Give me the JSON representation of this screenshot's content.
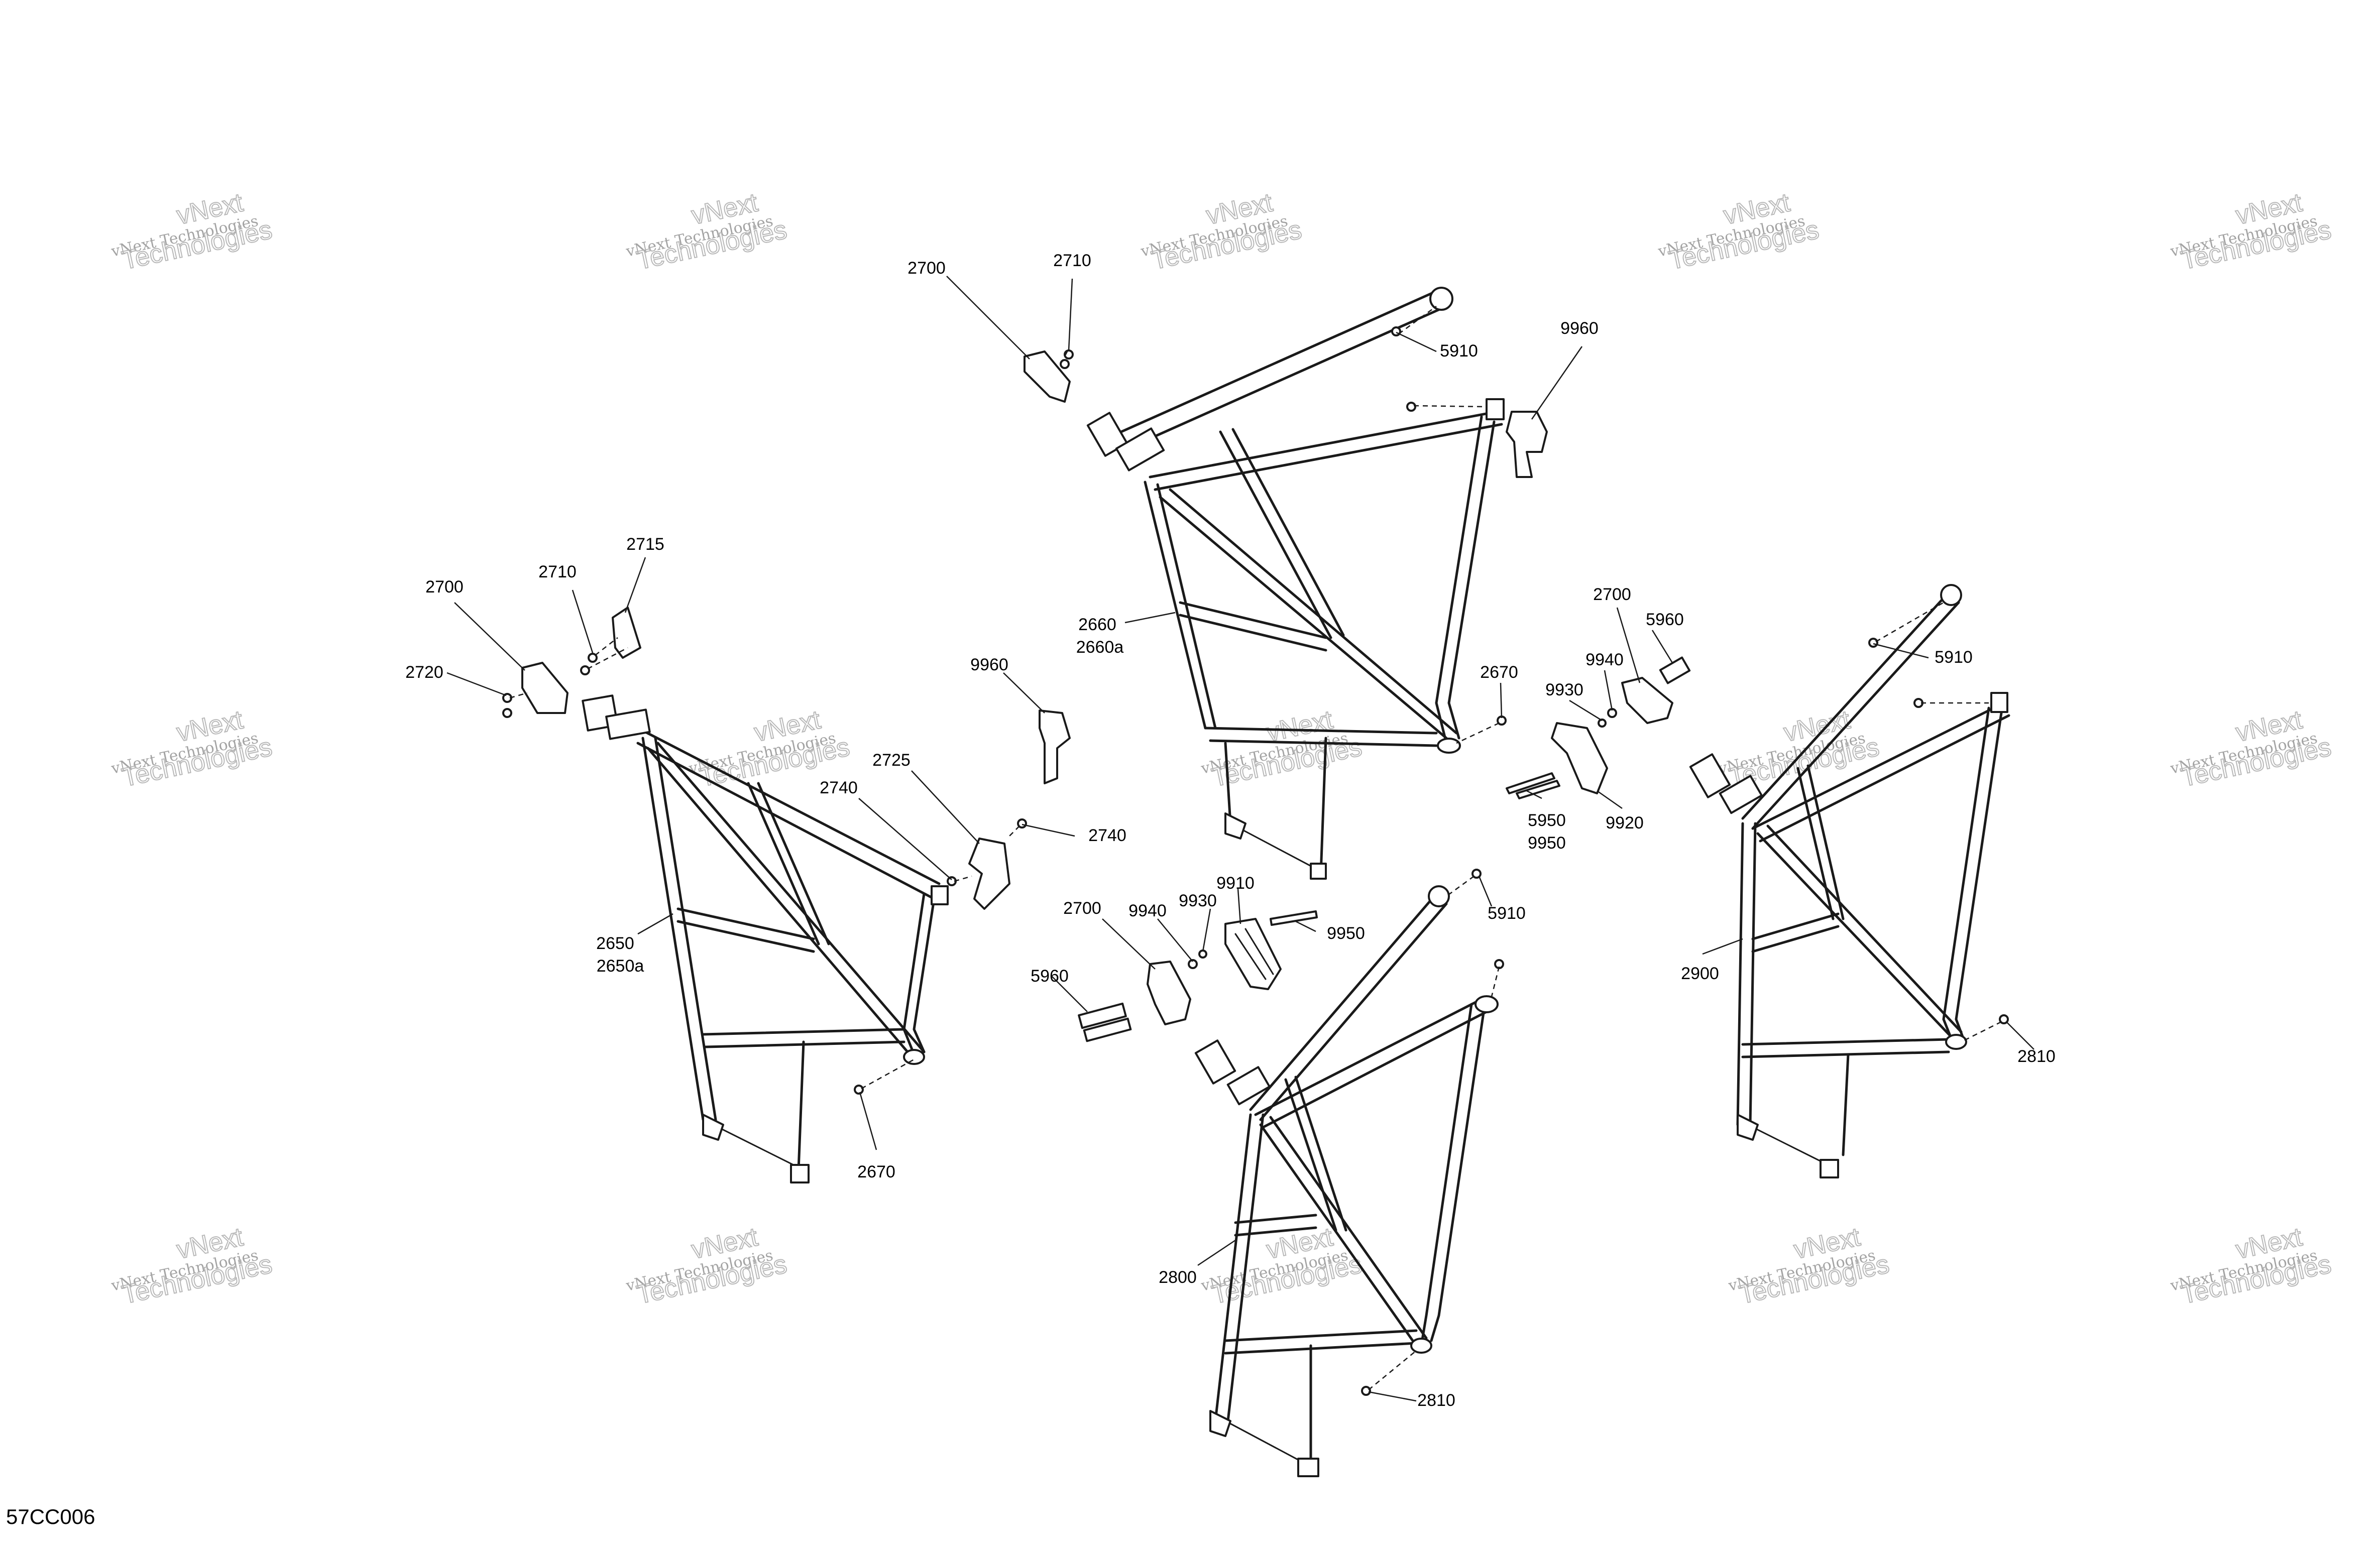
{
  "watermark": {
    "line1": "vNext Technologies",
    "line2": "vNext",
    "line3": "Technologies"
  },
  "reference_code": "57CC006",
  "callouts": {
    "c2700_a": "2700",
    "c2710_a": "2710",
    "c5910_a": "5910",
    "c9960_a": "9960",
    "c2700_b": "2700",
    "c2710_b": "2710",
    "c2715": "2715",
    "c2720": "2720",
    "c2660": "2660",
    "c2660a": "2660a",
    "c9960_b": "9960",
    "c2670_a": "2670",
    "c2700_c": "2700",
    "c5960_a": "5960",
    "c9940_a": "9940",
    "c9930_a": "9930",
    "c5950": "5950",
    "c9950_a": "9950",
    "c9920": "9920",
    "c5910_b": "5910",
    "c2725": "2725",
    "c2740_a": "2740",
    "c2740_b": "2740",
    "c2650": "2650",
    "c2650a": "2650a",
    "c2670_b": "2670",
    "c2700_d": "2700",
    "c9940_b": "9940",
    "c9930_b": "9930",
    "c9910": "9910",
    "c9950_b": "9950",
    "c5960_b": "5960",
    "c5910_c": "5910",
    "c2900": "2900",
    "c2810_a": "2810",
    "c2800": "2800",
    "c2810_b": "2810"
  }
}
